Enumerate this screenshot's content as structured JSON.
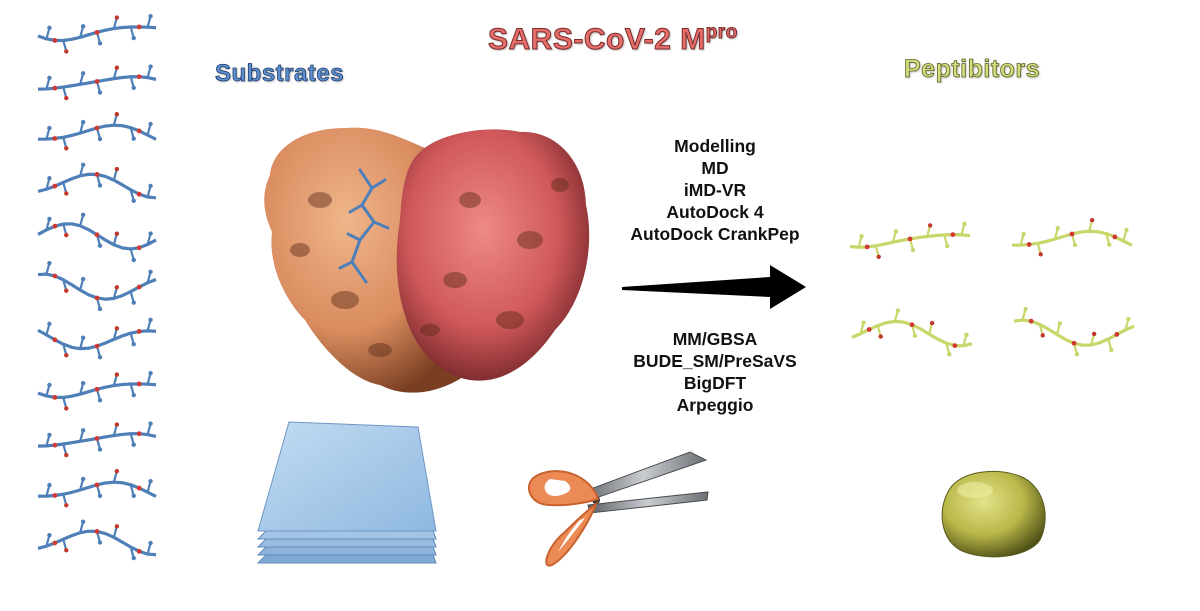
{
  "titles": {
    "protease": "SARS-CoV-2 M",
    "protease_sup": "pro",
    "substrates": "Substrates",
    "peptibitors": "Peptibitors"
  },
  "methods_top": [
    "Modelling",
    "MD",
    "iMD-VR",
    "AutoDock 4",
    "AutoDock CrankPep"
  ],
  "methods_bottom": [
    "MM/GBSA",
    "BUDE_SM/PreSaVS",
    "BigDFT",
    "Arpeggio"
  ],
  "colors": {
    "protease_chain_a": "#d98c5f",
    "protease_chain_b": "#d0585b",
    "substrate": "#4f7fb8",
    "peptibitor": "#c9d66a",
    "paper": "#a9cbe8",
    "scissors_handle": "#ec8a55",
    "stone": "#b9b84a"
  },
  "icons": [
    "substrate-peptide-icon",
    "protease-surface-icon",
    "arrow-icon",
    "peptibitor-molecule-icon",
    "paper-stack-icon",
    "scissors-icon",
    "stone-icon"
  ]
}
